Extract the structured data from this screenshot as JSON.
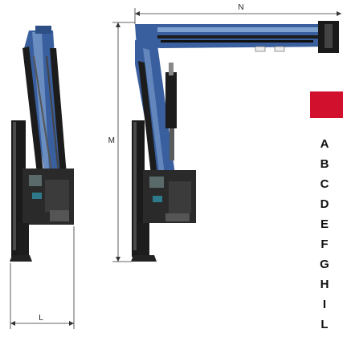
{
  "dimensions": {
    "width_label": "L",
    "height_label": "M",
    "reach_label": "N"
  },
  "legend": {
    "letters": [
      "A",
      "B",
      "C",
      "D",
      "E",
      "F",
      "G",
      "H",
      "I",
      "L"
    ],
    "marker_color": "#d0102c"
  },
  "colors": {
    "boom_blue": "#3a5f9e",
    "boom_light": "#7fa1d0",
    "frame_black": "#1c1c1c"
  }
}
